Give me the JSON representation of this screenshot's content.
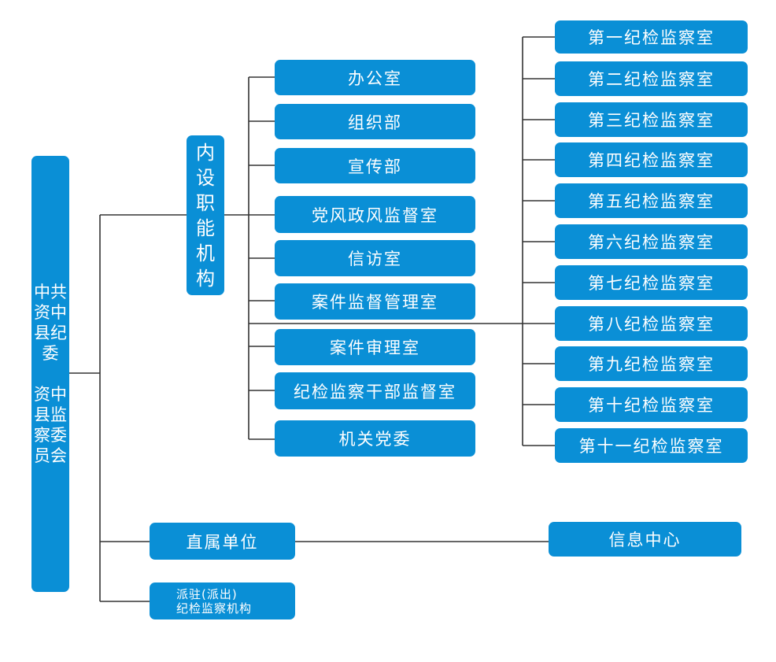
{
  "root": {
    "label": "中共资中县纪委\n\n资中县监察委员会"
  },
  "internal": {
    "label": "内设职能机构"
  },
  "departments": [
    "办公室",
    "组织部",
    "宣传部",
    "党风政风监督室",
    "信访室",
    "案件监督管理室",
    "案件审理室",
    "纪检监察干部监督室",
    "机关党委"
  ],
  "inspection_offices": [
    "第一纪检监察室",
    "第二纪检监察室",
    "第三纪检监察室",
    "第四纪检监察室",
    "第五纪检监察室",
    "第六纪检监察室",
    "第七纪检监察室",
    "第八纪检监察室",
    "第九纪检监察室",
    "第十纪检监察室",
    "第十一纪检监察室"
  ],
  "direct_units": {
    "label": "直属单位",
    "child": "信息中心"
  },
  "dispatched": {
    "label": "派驻(派出)\n纪检监察机构"
  },
  "colors": {
    "box": "#0a8fd6",
    "line": "#333333",
    "text": "#ffffff"
  }
}
